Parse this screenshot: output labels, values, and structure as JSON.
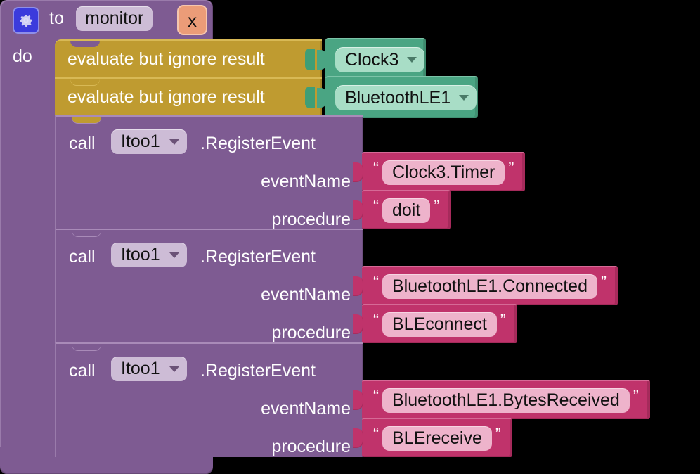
{
  "workspace": {
    "background": "#000000"
  },
  "procedure_block": {
    "type": "procedures_defnoreturn",
    "color": "#7e5b92",
    "mutator_icon": "gear-icon",
    "to_label": "to",
    "name": "monitor",
    "collapse_label": "x",
    "do_label": "do"
  },
  "statements": [
    {
      "kind": "evaluate-but-ignore",
      "color": "#bf9b30",
      "label": "evaluate but ignore result",
      "value": {
        "kind": "component-getter",
        "color": "#4aa583",
        "name": "Clock3",
        "dropdown_icon": "chevron-down-icon"
      }
    },
    {
      "kind": "evaluate-but-ignore",
      "color": "#bf9b30",
      "label": "evaluate but ignore result",
      "value": {
        "kind": "component-getter",
        "color": "#4aa583",
        "name": "BluetoothLE1",
        "dropdown_icon": "chevron-down-icon"
      }
    },
    {
      "kind": "component-method-call",
      "color": "#7e5b92",
      "call_label": "call",
      "component": "Itoo1",
      "dropdown_icon": "chevron-down-icon",
      "method": ".RegisterEvent",
      "params": [
        {
          "name": "eventName",
          "value": {
            "kind": "text",
            "color": "#c0336b",
            "text": "Clock3.Timer"
          }
        },
        {
          "name": "procedure",
          "value": {
            "kind": "text",
            "color": "#c0336b",
            "text": "doit"
          }
        }
      ]
    },
    {
      "kind": "component-method-call",
      "color": "#7e5b92",
      "call_label": "call",
      "component": "Itoo1",
      "dropdown_icon": "chevron-down-icon",
      "method": ".RegisterEvent",
      "params": [
        {
          "name": "eventName",
          "value": {
            "kind": "text",
            "color": "#c0336b",
            "text": "BluetoothLE1.Connected"
          }
        },
        {
          "name": "procedure",
          "value": {
            "kind": "text",
            "color": "#c0336b",
            "text": "BLEconnect"
          }
        }
      ]
    },
    {
      "kind": "component-method-call",
      "color": "#7e5b92",
      "call_label": "call",
      "component": "Itoo1",
      "dropdown_icon": "chevron-down-icon",
      "method": ".RegisterEvent",
      "params": [
        {
          "name": "eventName",
          "value": {
            "kind": "text",
            "color": "#c0336b",
            "text": "BluetoothLE1.BytesReceived"
          }
        },
        {
          "name": "procedure",
          "value": {
            "kind": "text",
            "color": "#c0336b",
            "text": "BLEreceive"
          }
        }
      ]
    }
  ],
  "quotes": {
    "open": "“",
    "close": "”"
  }
}
